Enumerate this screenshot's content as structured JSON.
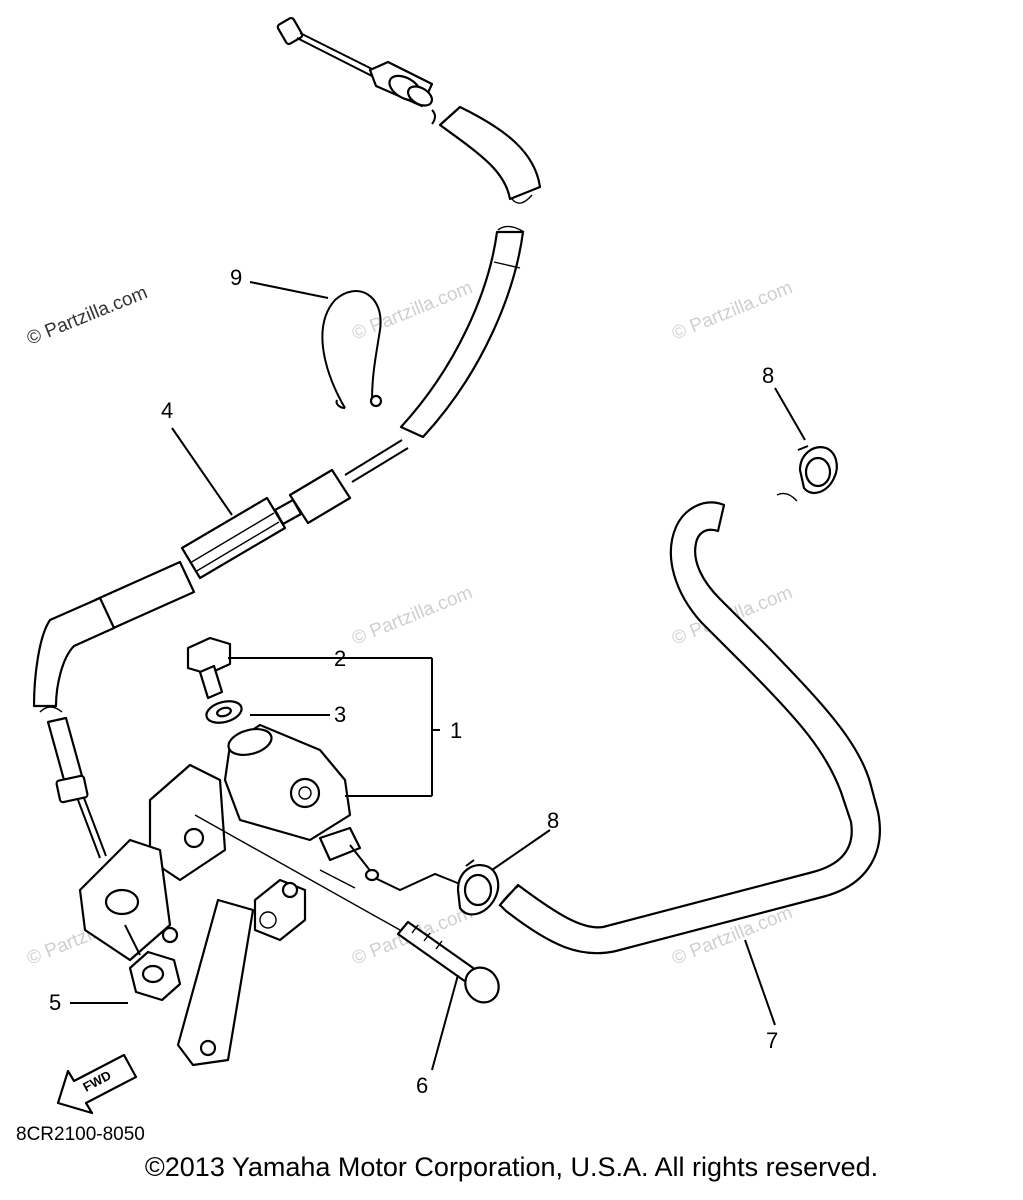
{
  "diagram": {
    "callouts": [
      "1",
      "2",
      "3",
      "4",
      "5",
      "6",
      "7",
      "8",
      "8",
      "9"
    ],
    "watermark": "© Partzilla.com",
    "part_code": "8CR2100-8050",
    "fwd_label": "FWD"
  },
  "footer": {
    "copyright": "©2013 Yamaha Motor Corporation, U.S.A. All rights reserved."
  }
}
